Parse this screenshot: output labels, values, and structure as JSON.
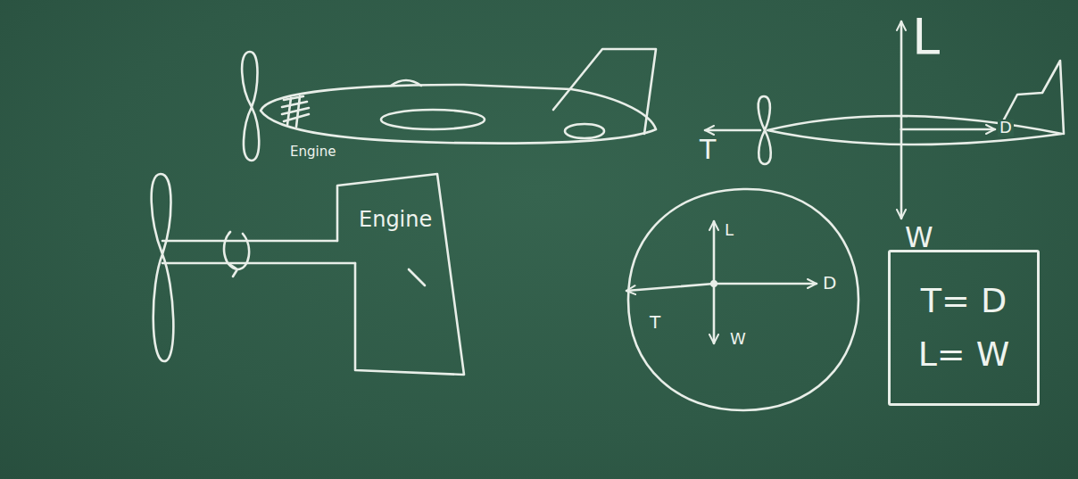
{
  "diagram": {
    "nodes": [
      {
        "text": [
          "Engine"
        ]
      },
      {
        "text": [
          "L",
          "T",
          "D",
          "W"
        ]
      },
      {
        "text": [
          "T= D",
          "L= W"
        ]
      }
    ],
    "labels": [
      "L",
      "Engine",
      "T",
      "D",
      "W"
    ]
  }
}
